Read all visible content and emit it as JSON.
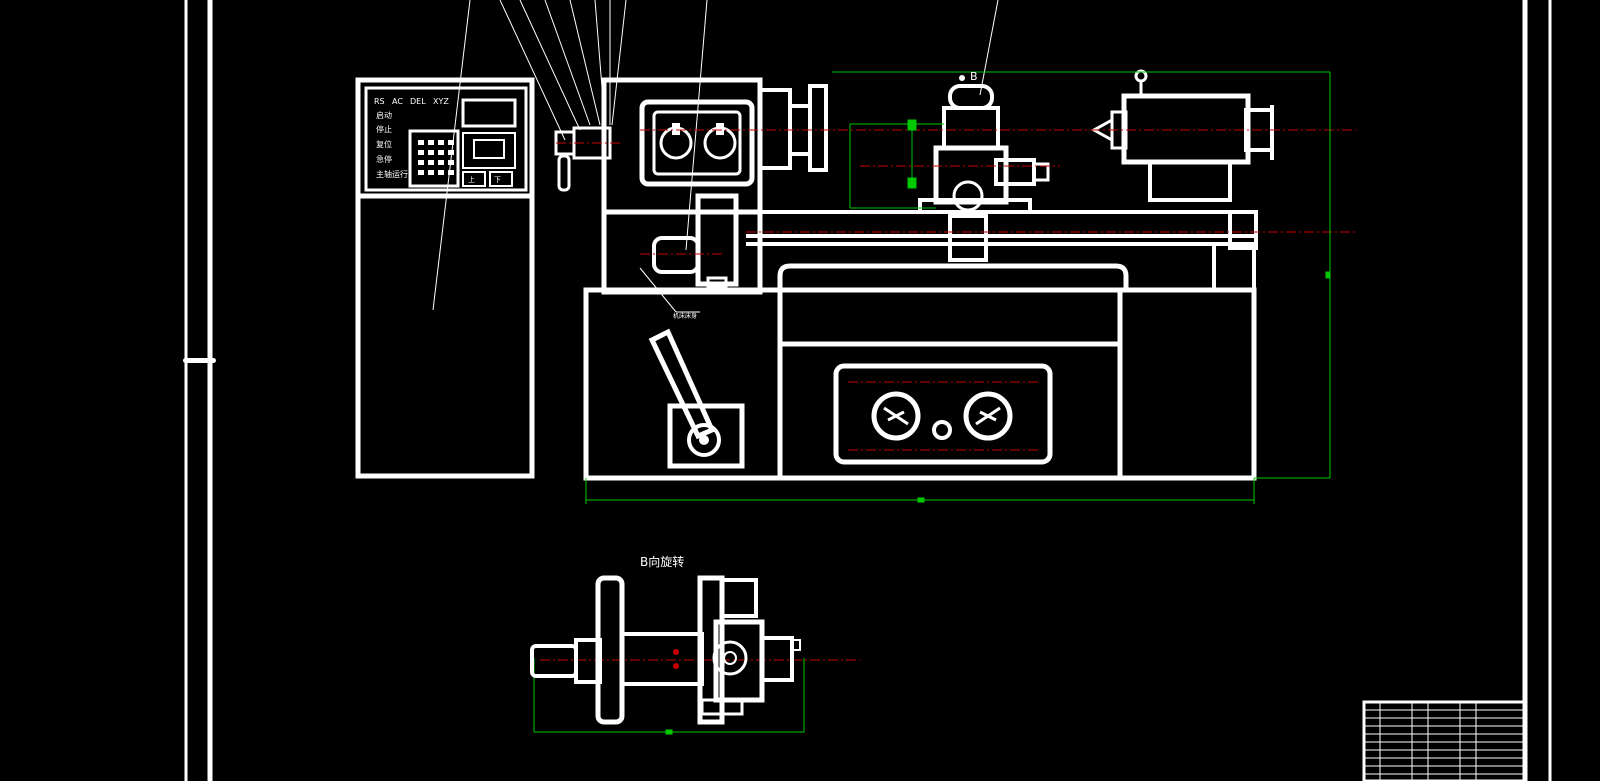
{
  "drawing": {
    "section_label": "B",
    "view_title": "B向旋转",
    "panel_keys": [
      "RS",
      "AC",
      "DEL",
      "XYZ"
    ],
    "panel_buttons": [
      "启动",
      "停止",
      "复位",
      "急停",
      "主轴运行"
    ],
    "panel_lower_keys": [
      "上",
      "下"
    ],
    "callout_text": "机床床身"
  },
  "colors": {
    "background": "#000000",
    "outline": "#ffffff",
    "dimension": "#00c800",
    "centerline": "#c80000"
  }
}
